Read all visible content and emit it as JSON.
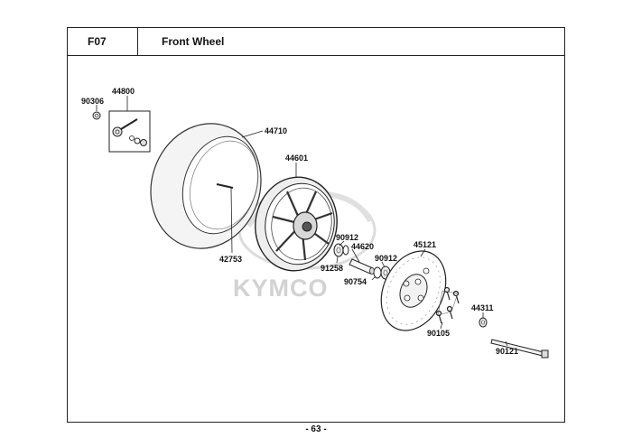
{
  "header": {
    "section_code": "F07",
    "title": "Front Wheel"
  },
  "watermark": {
    "text": "KYMCO"
  },
  "parts": [
    {
      "number": "90306"
    },
    {
      "number": "44800"
    },
    {
      "number": "44710"
    },
    {
      "number": "44601"
    },
    {
      "number": "42753"
    },
    {
      "number": "90912"
    },
    {
      "number": "44620"
    },
    {
      "number": "91258"
    },
    {
      "number": "90912"
    },
    {
      "number": "90754"
    },
    {
      "number": "45121"
    },
    {
      "number": "44311"
    },
    {
      "number": "90105"
    },
    {
      "number": "90121"
    }
  ],
  "footer": {
    "page_label": "- 63 -"
  }
}
